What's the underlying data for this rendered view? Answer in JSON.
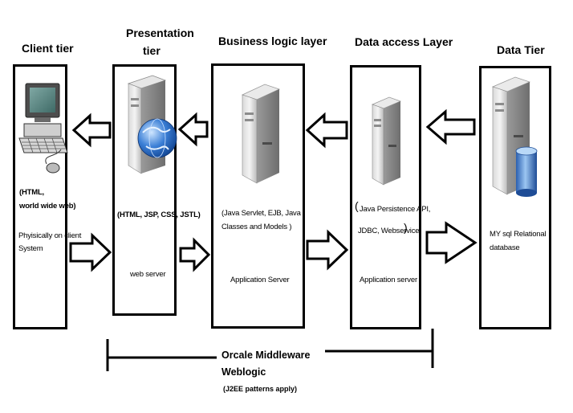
{
  "headers": {
    "client": "Client tier",
    "presentation_line1": "Presentation",
    "presentation_line2": "tier",
    "business": "Business logic layer",
    "data_access": "Data access Layer",
    "data_tier": "Data Tier"
  },
  "client": {
    "tech_line1": "(HTML,",
    "tech_line2": "world wide web)",
    "location_line1": "Phyisically on client",
    "location_line2": "System"
  },
  "presentation": {
    "tech": "(HTML, JSP, CSS, JSTL)",
    "server": "web server"
  },
  "business": {
    "tech_line1": "(Java Servlet, EJB, Java",
    "tech_line2": "Classes and Models )",
    "server": "Application Server"
  },
  "data_access": {
    "paren_open": "(",
    "tech_line1": "Java Persistence API,",
    "tech_line2": "JDBC, Webservice",
    "paren_close": ")",
    "server": "Application server"
  },
  "data_tier": {
    "db_line1": "MY sql Relational",
    "db_line2": "database"
  },
  "middleware": {
    "line1": "Orcale Middleware",
    "line2": "Weblogic",
    "note": "(J2EE patterns apply)"
  },
  "icons": [
    "desktop-computer-icon",
    "web-server-globe-icon",
    "server-icon",
    "server-icon",
    "database-server-icon"
  ]
}
